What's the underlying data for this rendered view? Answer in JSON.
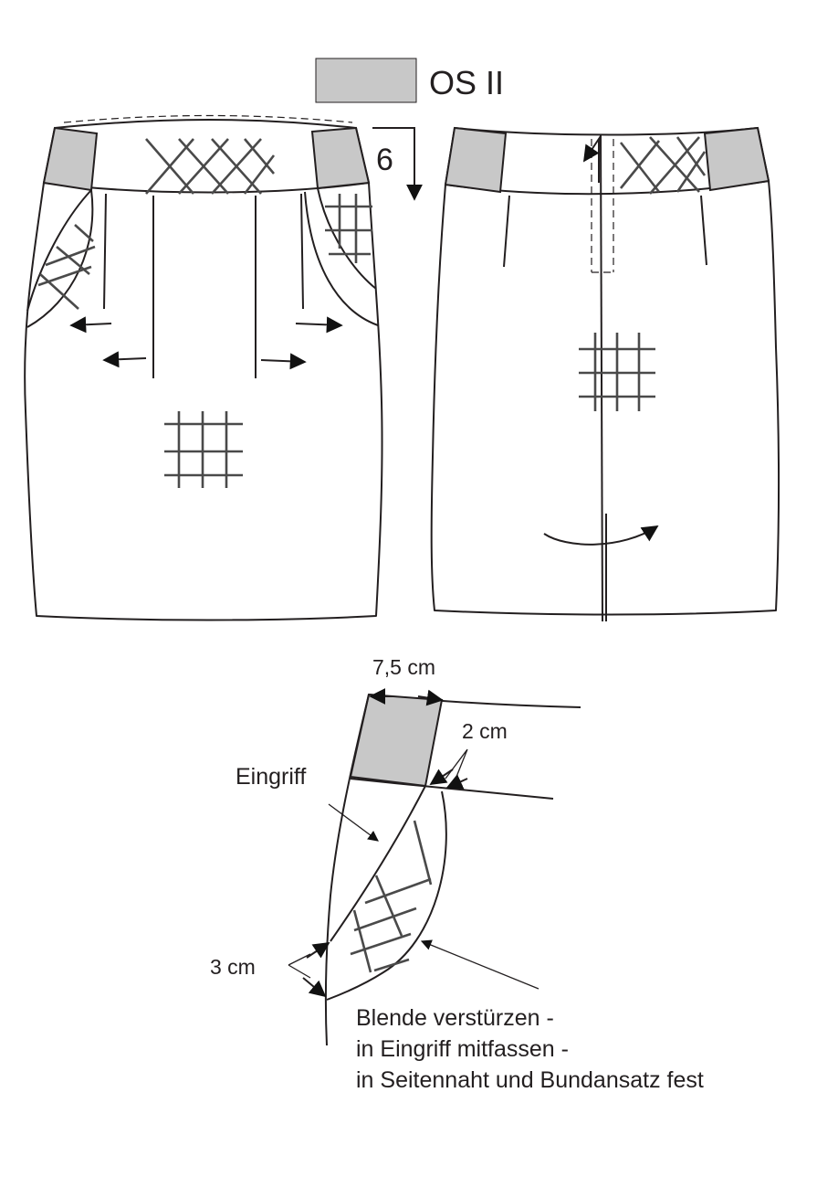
{
  "legend": {
    "label": "OS II",
    "swatch_color": "#c8c8c8"
  },
  "step_number": "6",
  "detail": {
    "width_top": "7,5 cm",
    "width_side": "2 cm",
    "pocket_label": "Eingriff",
    "bottom_width": "3 cm"
  },
  "instructions": [
    "Blende verstürzen -",
    "in Eingriff mitfassen -",
    "in Seitennaht und Bundansatz fest"
  ],
  "colors": {
    "line": "#231f20",
    "shade": "#c8c8c8",
    "check": "#4a4a4a",
    "arrow": "#111111"
  }
}
